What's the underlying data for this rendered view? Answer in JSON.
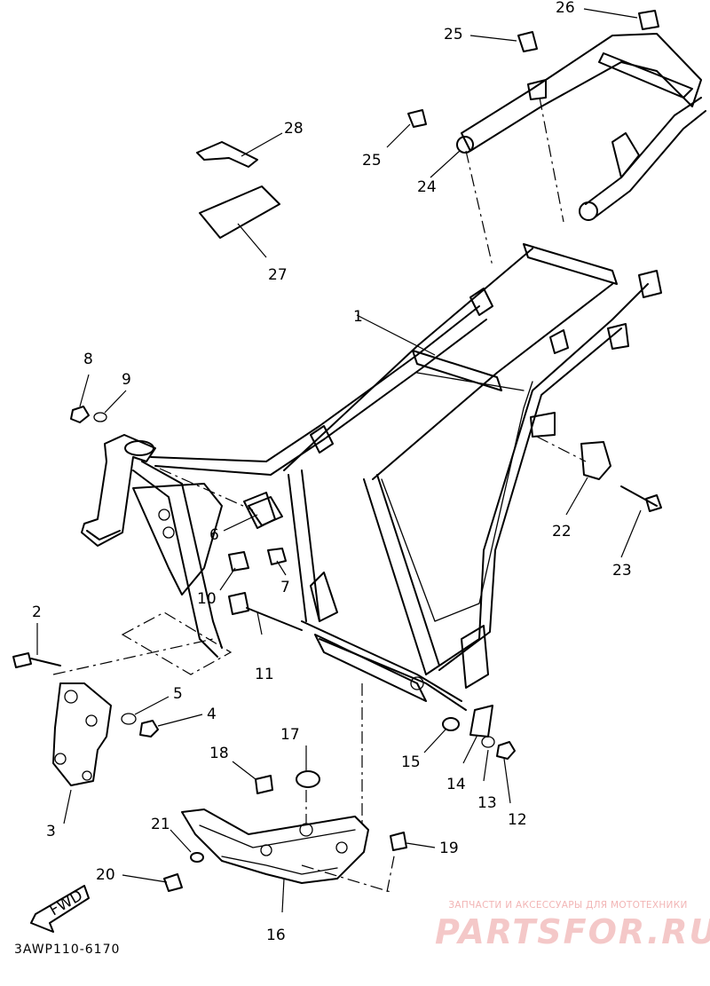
{
  "callouts": [
    {
      "id": "c1",
      "text": "1"
    },
    {
      "id": "c2",
      "text": "2"
    },
    {
      "id": "c3",
      "text": "3"
    },
    {
      "id": "c4",
      "text": "4"
    },
    {
      "id": "c5",
      "text": "5"
    },
    {
      "id": "c6",
      "text": "6"
    },
    {
      "id": "c7",
      "text": "7"
    },
    {
      "id": "c8",
      "text": "8"
    },
    {
      "id": "c9",
      "text": "9"
    },
    {
      "id": "c10",
      "text": "10"
    },
    {
      "id": "c11",
      "text": "11"
    },
    {
      "id": "c12",
      "text": "12"
    },
    {
      "id": "c13",
      "text": "13"
    },
    {
      "id": "c14",
      "text": "14"
    },
    {
      "id": "c15",
      "text": "15"
    },
    {
      "id": "c16",
      "text": "16"
    },
    {
      "id": "c17",
      "text": "17"
    },
    {
      "id": "c18",
      "text": "18"
    },
    {
      "id": "c19",
      "text": "19"
    },
    {
      "id": "c20",
      "text": "20"
    },
    {
      "id": "c21",
      "text": "21"
    },
    {
      "id": "c22",
      "text": "22"
    },
    {
      "id": "c23",
      "text": "23"
    },
    {
      "id": "c24",
      "text": "24"
    },
    {
      "id": "c25a",
      "text": "25"
    },
    {
      "id": "c25b",
      "text": "25"
    },
    {
      "id": "c26",
      "text": "26"
    },
    {
      "id": "c27",
      "text": "27"
    },
    {
      "id": "c28",
      "text": "28"
    }
  ],
  "fwd_label": "FWD",
  "reference_code": "3AWP110-6170",
  "watermark": {
    "tagline": "ЗАПЧАСТИ И АКСЕССУАРЫ ДЛЯ МОТОТЕХНИКИ",
    "logo": "PARTSFOR.RU"
  }
}
